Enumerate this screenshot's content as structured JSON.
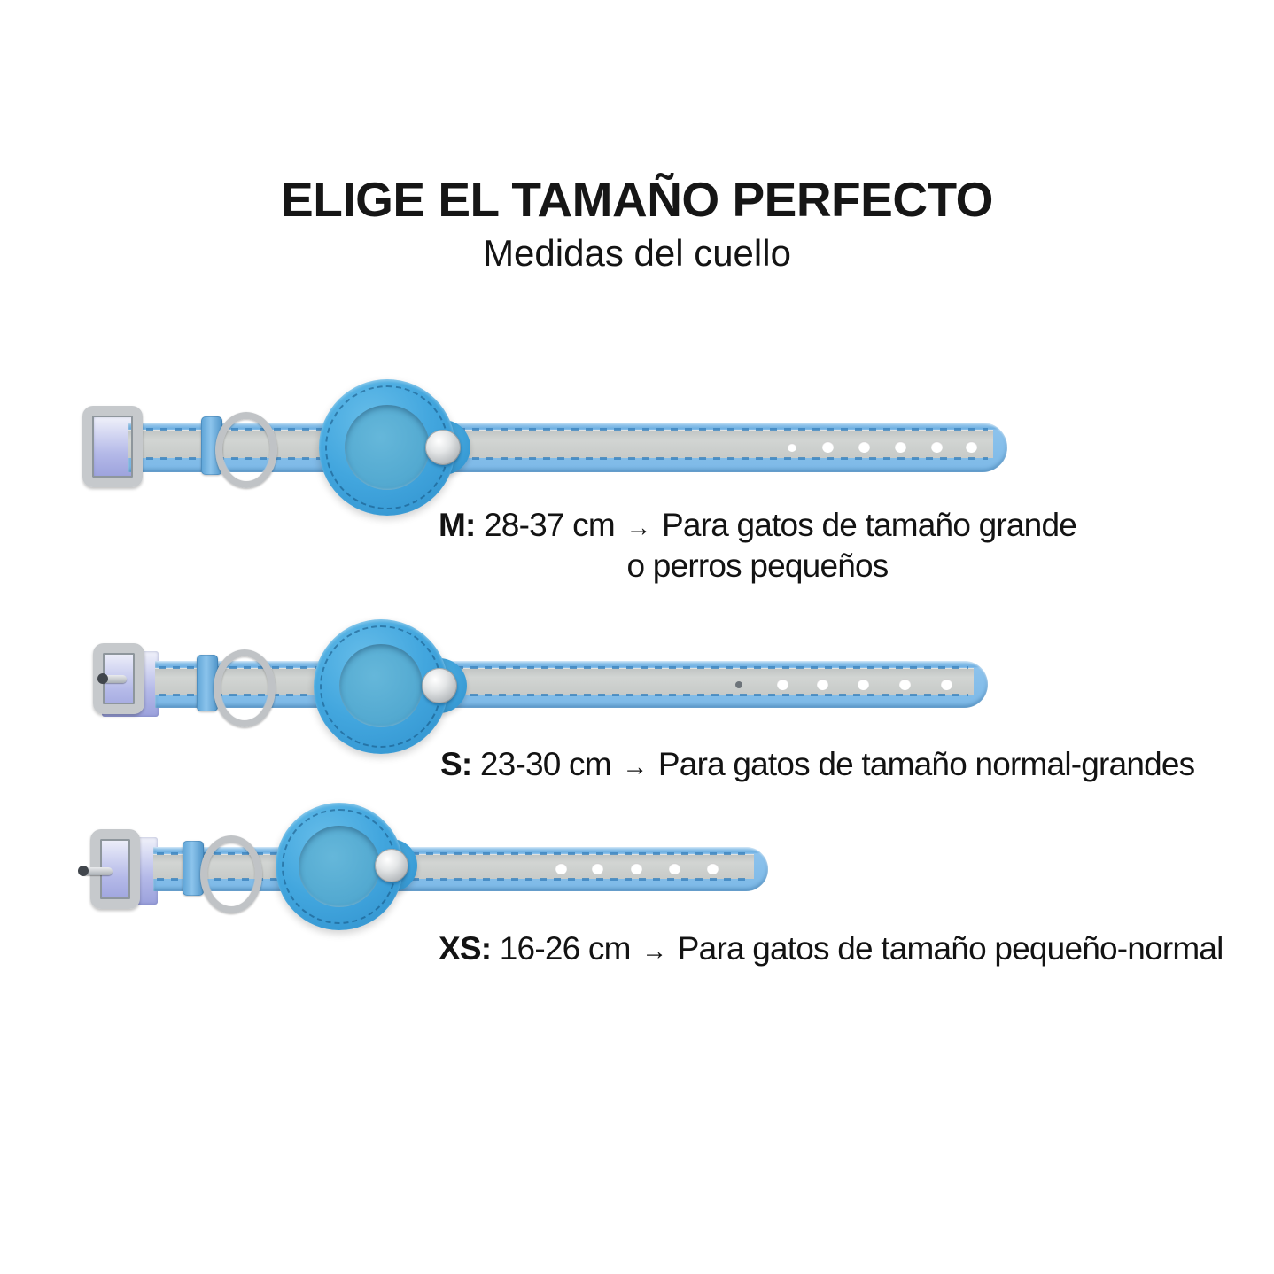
{
  "header": {
    "title": "ELIGE EL TAMAÑO PERFECTO",
    "subtitle": "Medidas del cuello"
  },
  "collars": [
    {
      "size_code": "M:",
      "neck_range": "28-37 cm",
      "arrow": "→",
      "description_line1": "Para gatos de tamaño grande",
      "description_line2": "o perros pequeños",
      "hole_count": 6
    },
    {
      "size_code": "S:",
      "neck_range": "23-30 cm",
      "arrow": "→",
      "description_line1": "Para gatos de tamaño normal-grandes",
      "description_line2": "",
      "hole_count": 6
    },
    {
      "size_code": "XS:",
      "neck_range": "16-26 cm",
      "arrow": "→",
      "description_line1": "Para gatos de tamaño pequeño-normal",
      "description_line2": "",
      "hole_count": 5
    }
  ],
  "colors": {
    "background": "#ffffff",
    "text": "#141414",
    "collar_blue": "#42a6de",
    "reflective_strip_gray": "#cbcecd",
    "stitch_blue": "#3b83bd",
    "webbing_lavender": "#bcc1ea",
    "metal_silver": "#c6c9cc"
  }
}
